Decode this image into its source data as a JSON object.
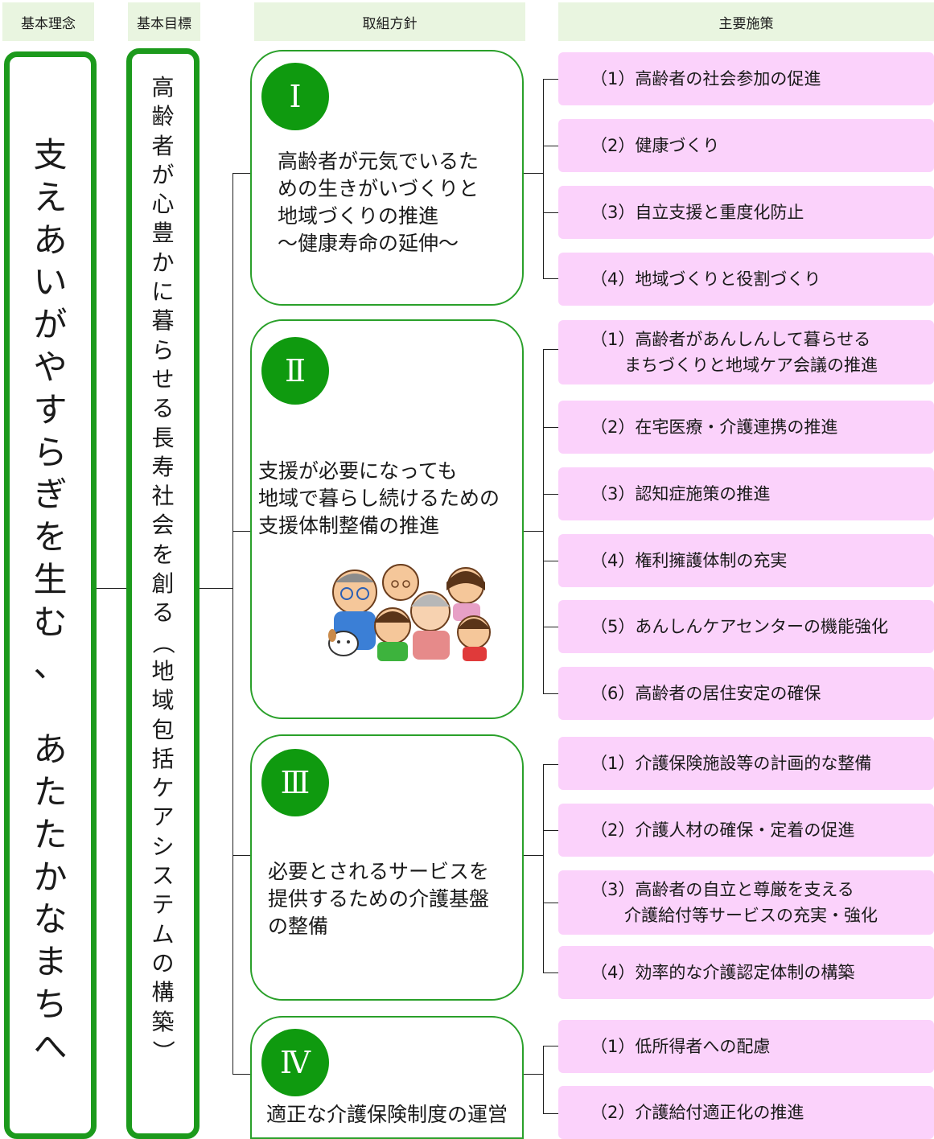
{
  "headers": {
    "philosophy": "基本理念",
    "goal": "基本目標",
    "policy": "取組方針",
    "measures": "主要施策"
  },
  "philosophy_chars": [
    "支",
    "え",
    "あ",
    "い",
    "が",
    "や",
    "す",
    "ら",
    "ぎ",
    "を",
    "生",
    "む",
    "、",
    "",
    "あ",
    "た",
    "た",
    "か",
    "な",
    "ま",
    "ち",
    "へ"
  ],
  "goal_chars": [
    "高",
    "齢",
    "者",
    "が",
    "心",
    "豊",
    "か",
    "に",
    "暮",
    "ら",
    "せ",
    "る",
    "長",
    "寿",
    "社",
    "会",
    "を",
    "創",
    "る",
    "（",
    "地",
    "域",
    "包",
    "括",
    "ケ",
    "ア",
    "シ",
    "ス",
    "テ",
    "ム",
    "の",
    "構",
    "築",
    "）"
  ],
  "policies": [
    {
      "numeral": "Ⅰ",
      "text": "高齢者が元気でいるた\nめの生きがいづくりと\n地域づくりの推進\n～健康寿命の延伸～"
    },
    {
      "numeral": "Ⅱ",
      "text": "支援が必要になっても\n地域で暮らし続けるための\n支援体制整備の推進"
    },
    {
      "numeral": "Ⅲ",
      "text": "必要とされるサービスを\n提供するための介護基盤\nの整備"
    },
    {
      "numeral": "Ⅳ",
      "text": "適正な介護保険制度の運営"
    }
  ],
  "measures": [
    [
      "（1）高齢者の社会参加の促進",
      "（2）健康づくり",
      "（3）自立支援と重度化防止",
      "（4）地域づくりと役割づくり"
    ],
    [
      "（1）高齢者があんしんして暮らせる\n　　まちづくりと地域ケア会議の推進",
      "（2）在宅医療・介護連携の推進",
      "（3）認知症施策の推進",
      "（4）権利擁護体制の充実",
      "（5）あんしんケアセンターの機能強化",
      "（6）高齢者の居住安定の確保"
    ],
    [
      "（1）介護保険施設等の計画的な整備",
      "（2）介護人材の確保・定着の促進",
      "（3）高齢者の自立と尊厳を支える\n　　介護給付等サービスの充実・強化",
      "（4）効率的な介護認定体制の構築"
    ],
    [
      "（1）低所得者への配慮",
      "（2）介護給付適正化の推進"
    ]
  ],
  "colors": {
    "green": "#1c9a1c",
    "header_bg": "#e9f5e0",
    "item_bg": "#fbd2fb"
  }
}
